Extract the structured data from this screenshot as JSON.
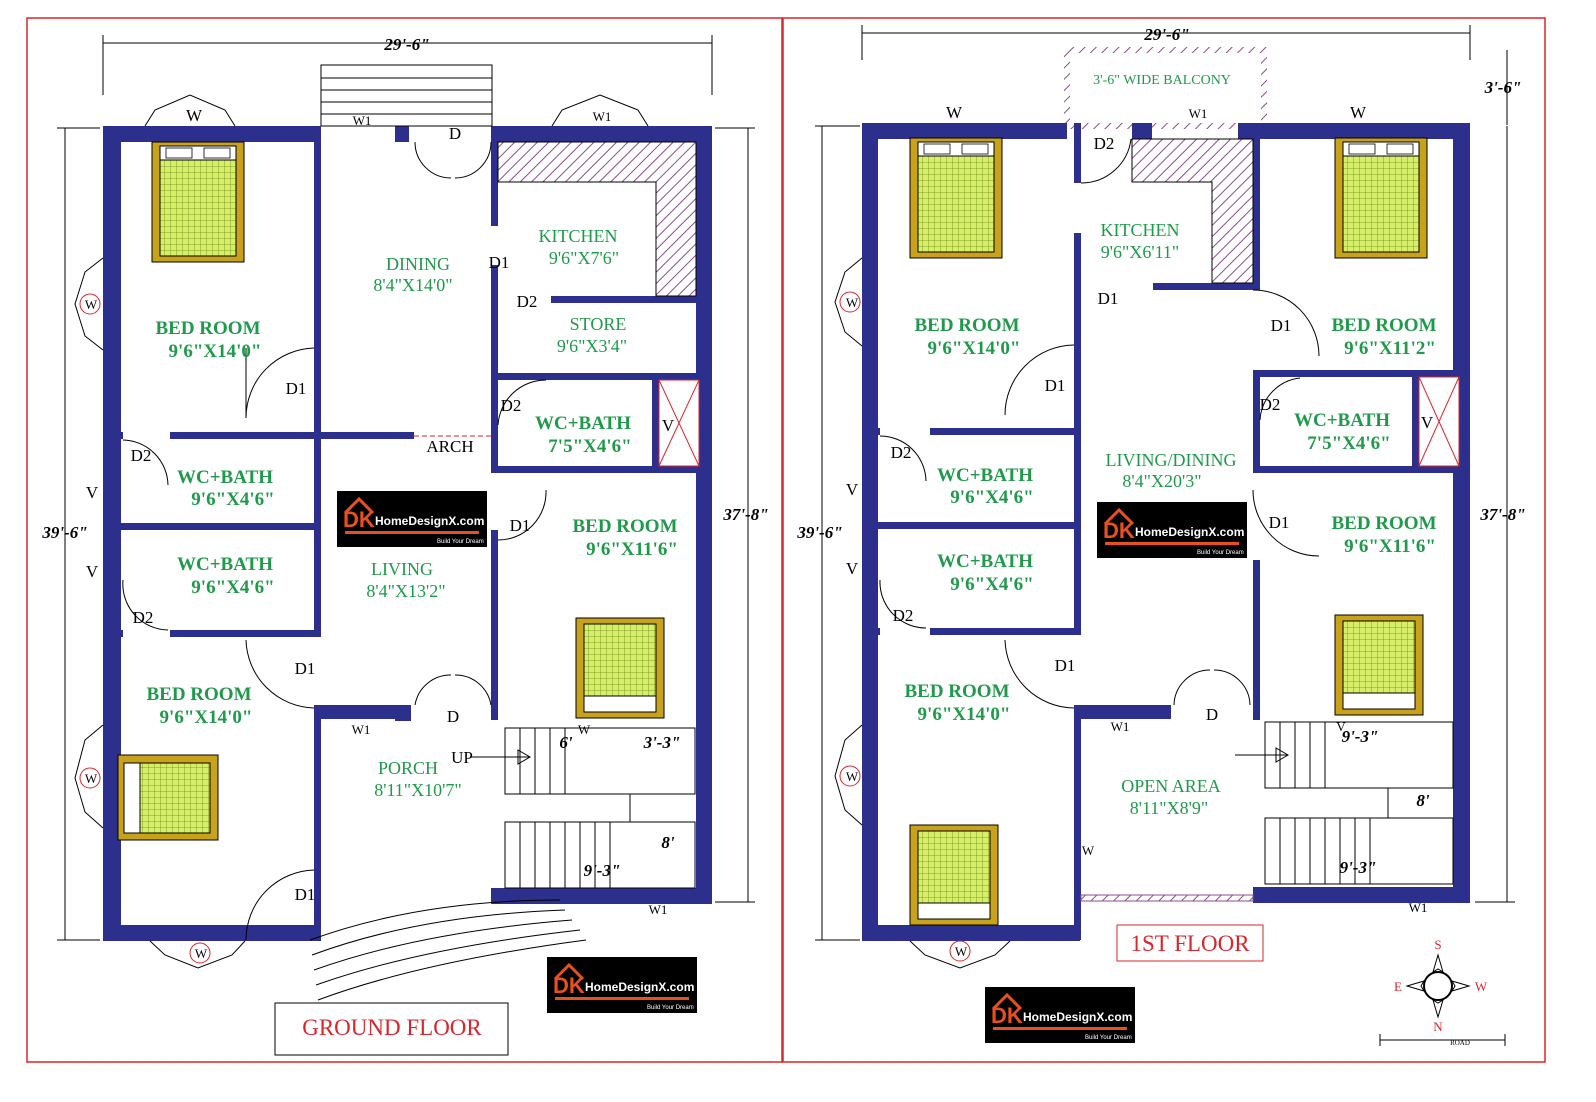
{
  "colors": {
    "wall": "#2c2f8c",
    "room_text": "#1f9a4a",
    "title_text": "#d8262c",
    "border": "#d8262c",
    "furniture": "#c8a21a",
    "hatch": "#8a4f8a"
  },
  "ground_floor": {
    "title": "GROUND FLOOR",
    "width_dim": "29'-6\"",
    "height_dim": "39'-6\"",
    "right_dim": "37'-8\"",
    "rooms": {
      "bed1": {
        "name": "BED ROOM",
        "size": "9'6\"X14'0\""
      },
      "dining": {
        "name": "DINING",
        "size": "8'4\"X14'0\""
      },
      "kitchen": {
        "name": "KITCHEN",
        "size": "9'6\"X7'6\""
      },
      "store": {
        "name": "STORE",
        "size": "9'6\"X3'4\""
      },
      "wc_right": {
        "name": "WC+BATH",
        "size": "7'5\"X4'6\""
      },
      "wc1": {
        "name": "WC+BATH",
        "size": "9'6\"X4'6\""
      },
      "wc2": {
        "name": "WC+BATH",
        "size": "9'6\"X4'6\""
      },
      "bed_right": {
        "name": "BED ROOM",
        "size": "9'6\"X11'6\""
      },
      "living": {
        "name": "LIVING",
        "size": "8'4\"X13'2\""
      },
      "bed2": {
        "name": "BED ROOM",
        "size": "9'6\"X14'0\""
      },
      "porch": {
        "name": "PORCH",
        "size": "8'11\"X10'7\""
      }
    },
    "labels": {
      "w": "W",
      "w1": "W1",
      "d": "D",
      "d1": "D1",
      "d2": "D2",
      "v": "V",
      "arch": "ARCH",
      "up": "UP",
      "stair_6": "6'",
      "stair_33": "3'-3\"",
      "stair_8": "8'",
      "stair_93": "9'-3\""
    }
  },
  "first_floor": {
    "title": "1ST FLOOR",
    "width_dim": "29'-6\"",
    "height_dim": "39'-6\"",
    "right_dim": "37'-8\"",
    "balcony_dim": "3'-6\"",
    "rooms": {
      "balcony": {
        "name": "3'-6\" WIDE BALCONY"
      },
      "kitchen": {
        "name": "KITCHEN",
        "size": "9'6\"X6'11\""
      },
      "bed1": {
        "name": "BED ROOM",
        "size": "9'6\"X14'0\""
      },
      "bed_tr": {
        "name": "BED ROOM",
        "size": "9'6\"X11'2\""
      },
      "wc_right": {
        "name": "WC+BATH",
        "size": "7'5\"X4'6\""
      },
      "living": {
        "name": "LIVING/DINING",
        "size": "8'4\"X20'3\""
      },
      "wc1": {
        "name": "WC+BATH",
        "size": "9'6\"X4'6\""
      },
      "wc2": {
        "name": "WC+BATH",
        "size": "9'6\"X4'6\""
      },
      "bed_right": {
        "name": "BED ROOM",
        "size": "9'6\"X11'6\""
      },
      "bed2": {
        "name": "BED ROOM",
        "size": "9'6\"X14'0\""
      },
      "open": {
        "name": "OPEN AREA",
        "size": "8'11\"X8'9\""
      }
    },
    "labels": {
      "w": "W",
      "w1": "W1",
      "d": "D",
      "d1": "D1",
      "d2": "D2",
      "v": "V",
      "stair_93": "9'-3\"",
      "stair_8": "8'"
    }
  },
  "logo": {
    "initials": "DK",
    "name": "HomeDesignX.com",
    "tagline": "Build Your Dream"
  },
  "compass": {
    "n": "N",
    "s": "S",
    "e": "E",
    "w": "W",
    "road": "ROAD"
  }
}
